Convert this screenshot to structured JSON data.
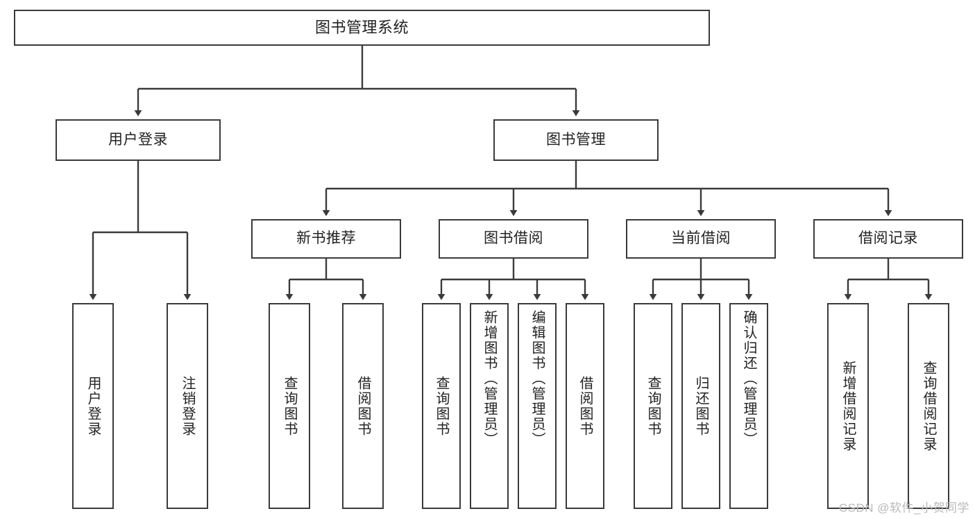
{
  "diagram": {
    "title": "图书管理系统",
    "type": "tree-hierarchy-diagram",
    "colors": {
      "box_border": "#3a3a3a",
      "box_fill": "#ffffff",
      "edge": "#3a3a3a",
      "text": "#222222",
      "watermark": "#b9b9b9",
      "background": "#ffffff"
    },
    "root": {
      "id": "root",
      "label": "图书管理系统"
    },
    "level2": [
      {
        "id": "user-login",
        "label": "用户登录"
      },
      {
        "id": "book-management",
        "label": "图书管理"
      }
    ],
    "level3": [
      {
        "id": "new-book-recommend",
        "label": "新书推荐"
      },
      {
        "id": "book-borrow",
        "label": "图书借阅"
      },
      {
        "id": "current-borrow",
        "label": "当前借阅"
      },
      {
        "id": "borrow-record",
        "label": "借阅记录"
      }
    ],
    "leaves": {
      "user_login": [
        {
          "id": "leaf-user-login",
          "label": "用户登录"
        },
        {
          "id": "leaf-user-logout",
          "label": "注销登录"
        }
      ],
      "new_book_recommend": [
        {
          "id": "leaf-query-book-1",
          "label": "查询图书"
        },
        {
          "id": "leaf-borrow-book-1",
          "label": "借阅图书"
        }
      ],
      "book_borrow": [
        {
          "id": "leaf-query-book-2",
          "label": "查询图书"
        },
        {
          "id": "leaf-add-book",
          "label": "新增图书（管理员）"
        },
        {
          "id": "leaf-edit-book",
          "label": "编辑图书（管理员）"
        },
        {
          "id": "leaf-borrow-book-2",
          "label": "借阅图书"
        }
      ],
      "current_borrow": [
        {
          "id": "leaf-query-book-3",
          "label": "查询图书"
        },
        {
          "id": "leaf-return-book",
          "label": "归还图书"
        },
        {
          "id": "leaf-confirm-return",
          "label": "确认归还（管理员）"
        }
      ],
      "borrow_record": [
        {
          "id": "leaf-add-record",
          "label": "新增借阅记录"
        },
        {
          "id": "leaf-query-record",
          "label": "查询借阅记录"
        }
      ]
    }
  },
  "watermark": {
    "text": "CSDN @软件_小贺同学"
  }
}
